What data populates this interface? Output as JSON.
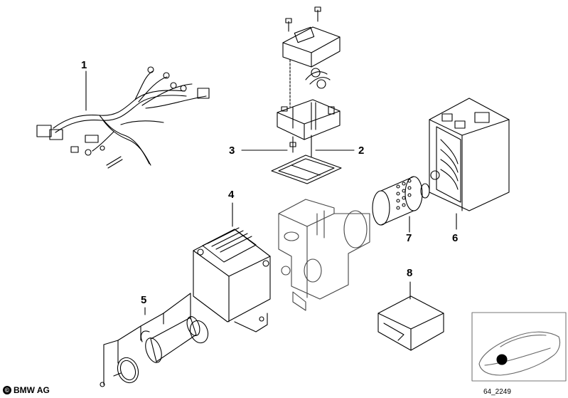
{
  "callouts": [
    {
      "id": "1",
      "label": "1"
    },
    {
      "id": "2",
      "label": "2"
    },
    {
      "id": "3",
      "label": "3"
    },
    {
      "id": "4",
      "label": "4"
    },
    {
      "id": "5",
      "label": "5"
    },
    {
      "id": "6",
      "label": "6"
    },
    {
      "id": "7",
      "label": "7"
    },
    {
      "id": "8",
      "label": "8"
    }
  ],
  "footer": {
    "copyright_symbol": "©",
    "copyright_text": "BMW AG",
    "diagram_id": "64_2249"
  },
  "colors": {
    "line": "#000000",
    "background": "#ffffff",
    "thumbnail_marker": "#000000"
  }
}
